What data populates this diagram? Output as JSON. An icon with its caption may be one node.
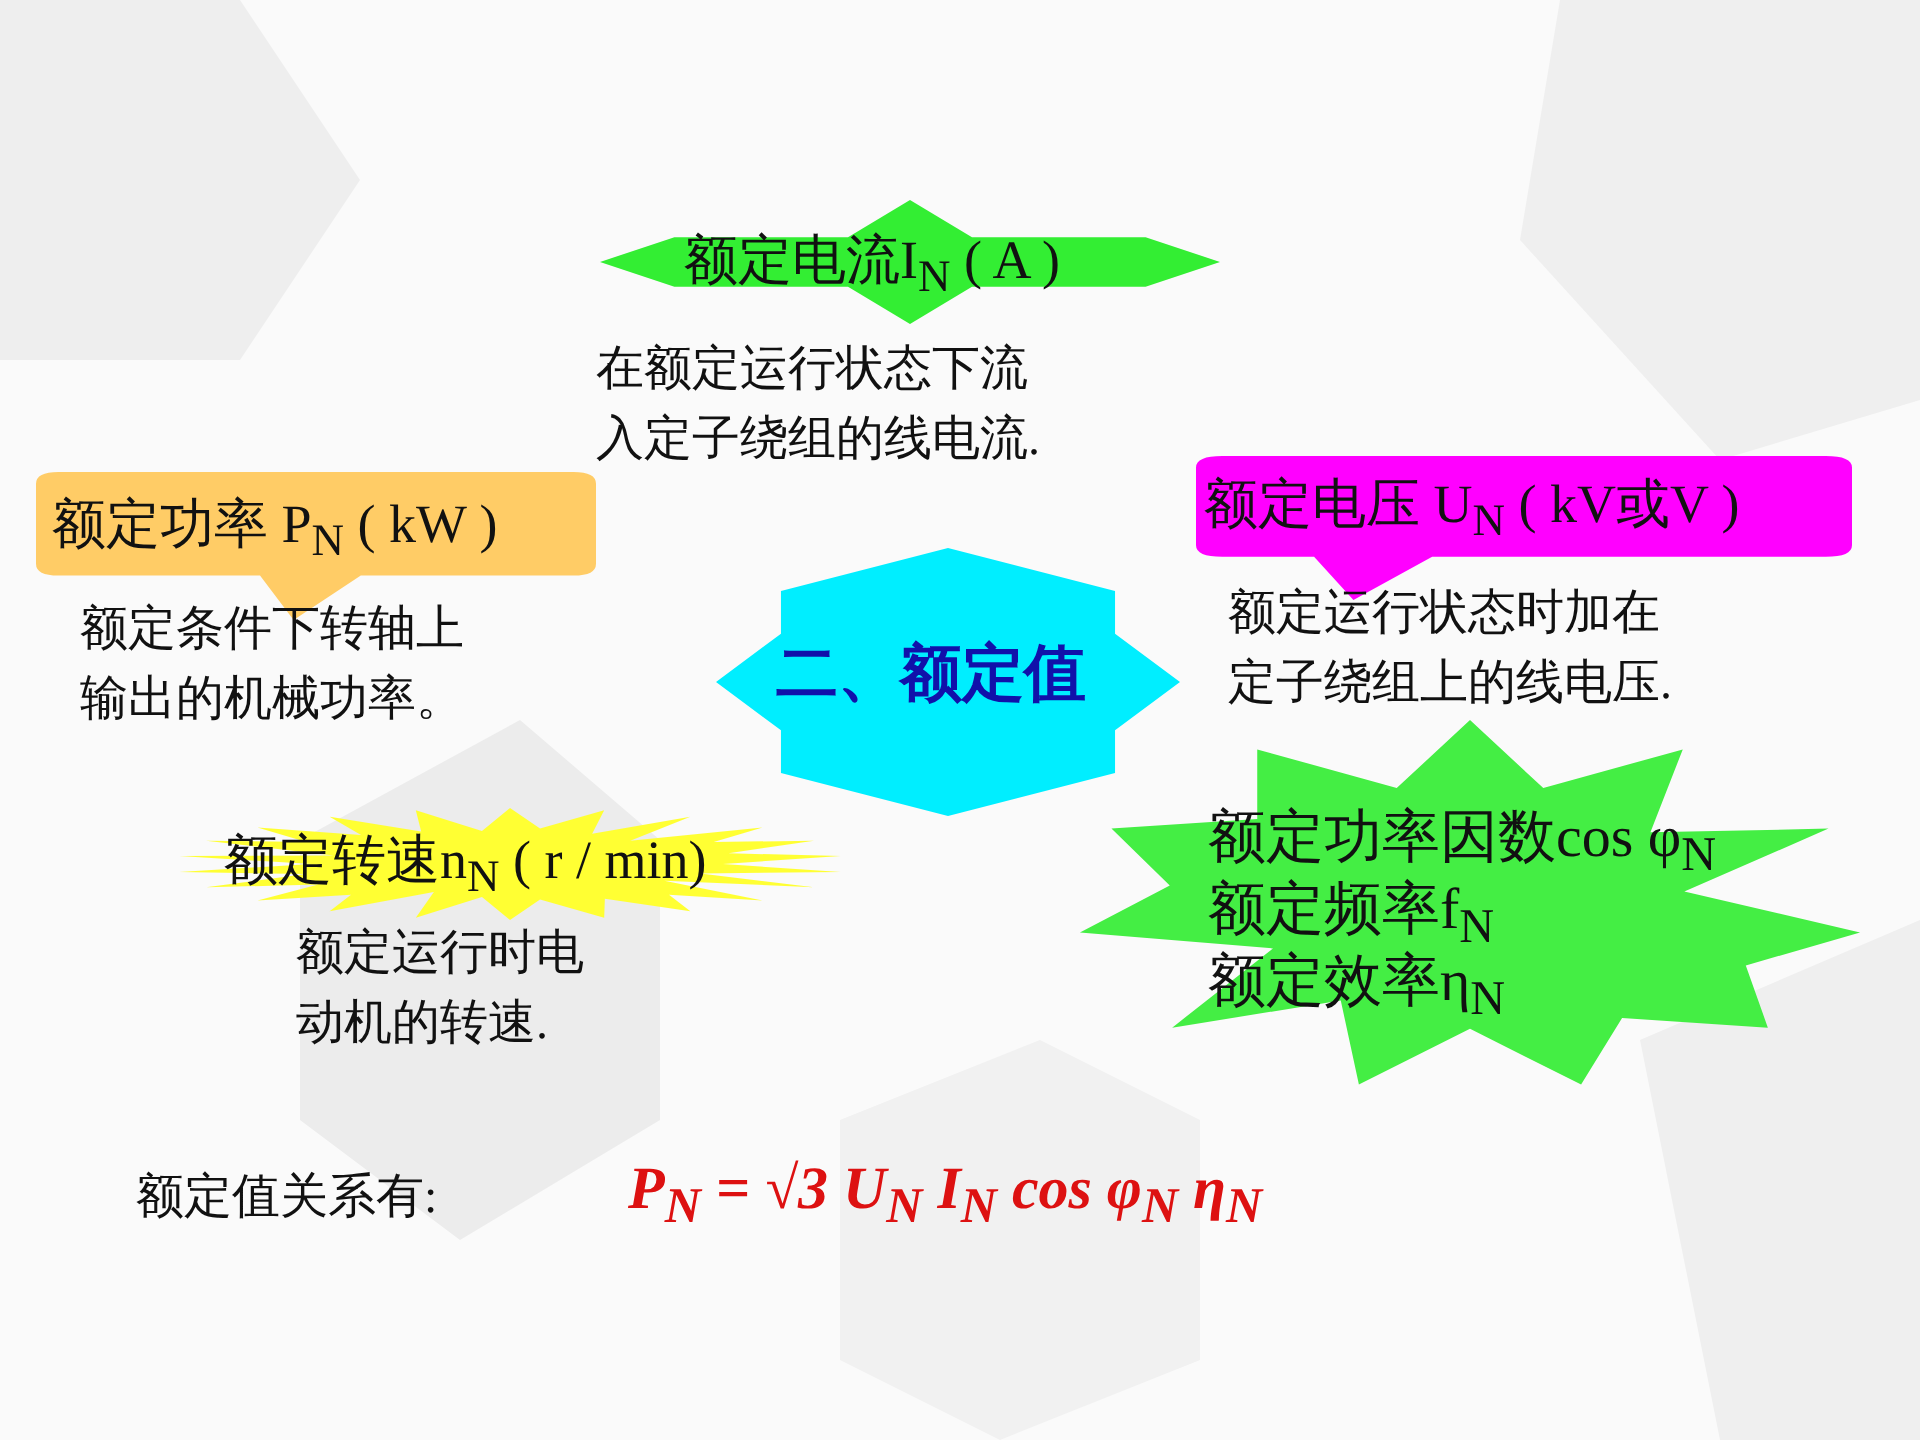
{
  "diagram": {
    "nodes": [
      {
        "text": [
          "额定电流I$_{N}$ ( A )"
        ],
        "beside": [
          "在额定运行状态下流入定子绕组的线电流."
        ]
      },
      {
        "text": [
          "额定功率 P$_{N}$ ( kW )"
        ],
        "beside": [
          "额定条件下转轴上输出的机械功率。"
        ]
      },
      {
        "text": [
          "额定电压 U$_{N}$ ( kV或V )"
        ],
        "beside": [
          "额定运行状态时加在定子绕组上的线电压."
        ]
      },
      {
        "text": [
          "二、额定值"
        ]
      },
      {
        "text": [
          "额定转速n$_{N}$ ( r / min)"
        ],
        "beside": [
          "额定运行时电动机的转速."
        ]
      },
      {
        "text": [
          "额定功率因数cos φ$_{N}$",
          "额定频率f$_{N}$",
          "额定效率η$_{N}$"
        ]
      }
    ],
    "edges": [],
    "labels": [
      "额定值关系有:",
      "P$_{N}$ = √3 U$_{N}$ I$_{N}$ cos φ$_{N}$ η$_{N}$"
    ]
  }
}
